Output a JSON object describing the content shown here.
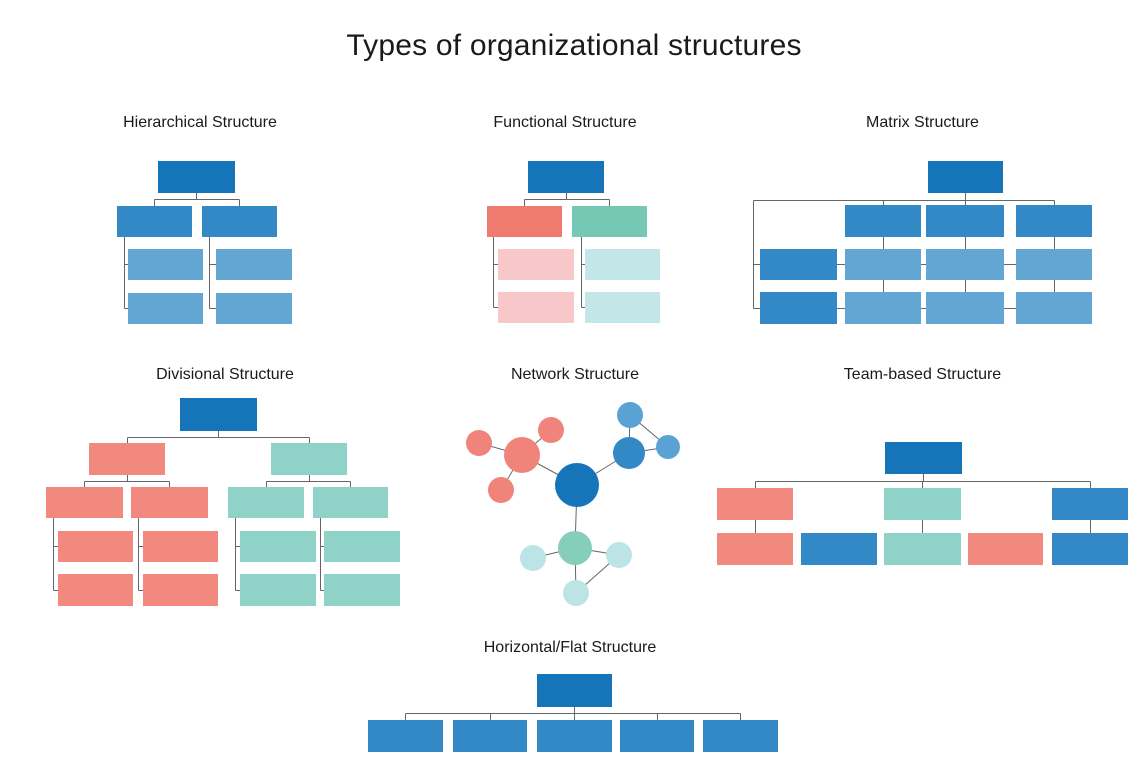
{
  "page_title": "Types of organizational structures",
  "sections": [
    {
      "id": "hierarchical",
      "title": "Hierarchical Structure"
    },
    {
      "id": "functional",
      "title": "Functional Structure"
    },
    {
      "id": "matrix",
      "title": "Matrix Structure"
    },
    {
      "id": "divisional",
      "title": "Divisional Structure"
    },
    {
      "id": "network",
      "title": "Network Structure"
    },
    {
      "id": "team",
      "title": "Team-based Structure"
    },
    {
      "id": "flat",
      "title": "Horizontal/Flat Structure"
    }
  ],
  "palette": {
    "root-blue": "#1674B9",
    "mid-blue": "#3289C6",
    "light-blue": "#64A6D3",
    "salmon": "#EF7B6F",
    "salmon-soft": "#F2897E",
    "pink-light": "#F8C7C9",
    "teal": "#76C7B4",
    "teal-soft": "#8FD2C7",
    "teal-light": "#C3E7E8",
    "net-salmon": "#F0837A",
    "net-blue-light": "#5AA2D4",
    "net-teal": "#85CEBA",
    "net-teal-light": "#BCE4E7",
    "line": "#666666",
    "text": "#1A1A1A"
  }
}
